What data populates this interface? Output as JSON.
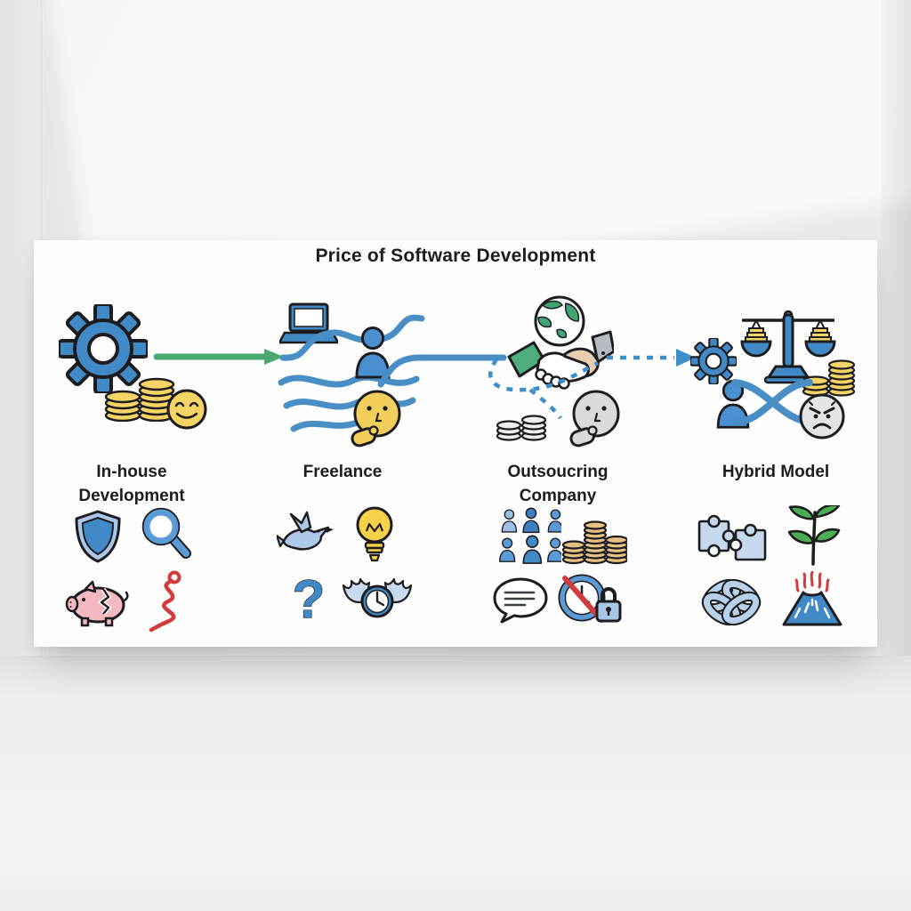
{
  "title": "Price of Software Development",
  "columns": [
    {
      "label": "In-house Development",
      "illustration_icons": [
        "gear-icon",
        "coin-stacks-icon",
        "happy-face-icon"
      ],
      "trait_icons": [
        "shield-icon",
        "magnifier-icon",
        "broken-piggy-bank-icon",
        "tangled-line-icon"
      ]
    },
    {
      "label": "Freelance",
      "illustration_icons": [
        "laptop-icon",
        "tangled-paths-icon",
        "person-icon",
        "thinking-face-icon"
      ],
      "trait_icons": [
        "bird-icon",
        "lightbulb-icon",
        "question-mark-icon",
        "winged-clock-icon"
      ]
    },
    {
      "label": "Outsoucring Company",
      "illustration_icons": [
        "globe-icon",
        "handshake-icon",
        "coin-stacks-icon",
        "thinking-face-icon"
      ],
      "trait_icons": [
        "team-icon",
        "coin-stacks-icon",
        "speech-bubble-icon",
        "no-deadline-lock-icon"
      ]
    },
    {
      "label": "Hybrid Model",
      "illustration_icons": [
        "gear-icon",
        "balance-scale-icon",
        "coin-stacks-icon",
        "person-icon",
        "crossing-paths-icon",
        "angry-face-icon"
      ],
      "trait_icons": [
        "puzzle-pieces-icon",
        "growth-plant-icon",
        "knot-icon",
        "volcano-icon"
      ]
    }
  ],
  "connectors": [
    {
      "from": "In-house Development",
      "to": "Freelance",
      "style": "solid-arrow",
      "color": "#4aa96e"
    },
    {
      "from": "Freelance",
      "to": "Outsoucring Company",
      "style": "solid-line",
      "color": "#4a8ec6"
    },
    {
      "from": "Outsoucring Company",
      "to": "Hybrid Model",
      "style": "dashed-arrow",
      "color": "#3e8fca"
    }
  ],
  "colors": {
    "background": "#e9eaec",
    "card": "#fdfdfd",
    "title_text": "#1d1d1f",
    "label_text": "#1c1c1c",
    "primary_blue": "#4289c8",
    "light_blue": "#c5d8ee",
    "green": "#4aa96e",
    "teal_green": "#3fa573",
    "yellow": "#f6d365",
    "tan": "#e6c183",
    "pink": "#f4b9c1",
    "red": "#d23b3b",
    "gray_face": "#e3e4e6"
  }
}
